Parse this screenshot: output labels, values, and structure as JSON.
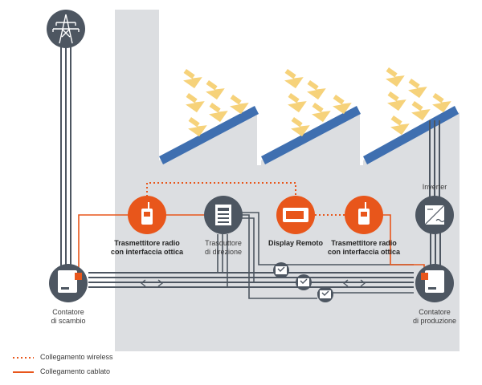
{
  "nodes": {
    "trasmettitore_left": {
      "line1": "Trasmettitore radio",
      "line2": "con interfaccia ottica"
    },
    "trasduttore": {
      "line1": "Trasduttore",
      "line2": "di direzione"
    },
    "display": {
      "line1": "Display Remoto",
      "line2": ""
    },
    "trasmettitore_right": {
      "line1": "Trasmettitore radio",
      "line2": "con interfaccia ottica"
    },
    "inverter": {
      "line1": "Inverter"
    },
    "contatore_scambio": {
      "line1": "Contatore",
      "line2": "di scambio"
    },
    "contatore_produzione": {
      "line1": "Contatore",
      "line2": "di produzione"
    }
  },
  "legend": {
    "wireless": "Collegamento wireless",
    "cablato": "Collegamento cablato"
  },
  "colors": {
    "orange": "#e8561b",
    "dark": "#4d5661",
    "building": "#dcdee1",
    "panel": "#3f6fb0",
    "sun": "#f6d27a"
  },
  "icons": {
    "pylon": "power-pylon-icon",
    "transmitter": "radio-transmitter-icon",
    "transducer": "transducer-device-icon",
    "display": "remote-display-icon",
    "inverter": "inverter-icon",
    "meter": "energy-meter-icon",
    "module": "din-module-icon",
    "sun": "sunlight-arrow-icon"
  }
}
